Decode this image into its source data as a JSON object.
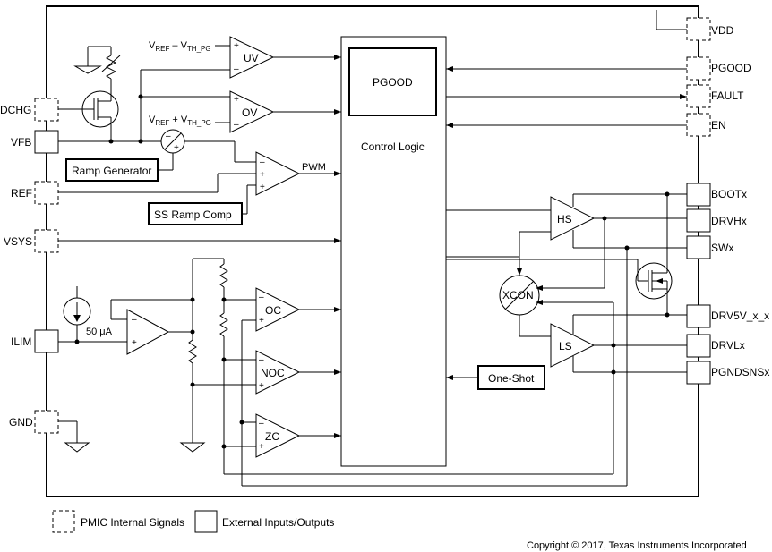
{
  "pins_left": {
    "dchg": "DCHG",
    "vfb": "VFB",
    "ref": "REF",
    "vsys": "VSYS",
    "ilim": "ILIM",
    "gnd": "GND"
  },
  "pins_right": {
    "vdd": "VDD",
    "pgood": "PGOOD",
    "fault": "FAULT",
    "en": "EN",
    "bootx": "BOOTx",
    "drvhx": "DRVHx",
    "swx": "SWx",
    "drv5v": "DRV5V_x_x",
    "drvlx": "DRVLx",
    "pgndsnsx": "PGNDSNSx"
  },
  "blocks": {
    "control_logic": "Control Logic",
    "pgood_block": "PGOOD",
    "ramp_generator": "Ramp Generator",
    "ss_ramp_comp": "SS Ramp Comp",
    "one_shot": "One-Shot",
    "xcon": "XCON",
    "hs": "HS",
    "ls": "LS"
  },
  "comparators": {
    "uv": "UV",
    "ov": "OV",
    "oc": "OC",
    "noc": "NOC",
    "zc": "ZC"
  },
  "labels": {
    "vref_minus": {
      "v1": "V",
      "s1": "REF",
      "mid": " – V",
      "s2": "TH_PG"
    },
    "vref_plus": {
      "v1": "V",
      "s1": "REF",
      "mid": " + V",
      "s2": "TH_PG"
    },
    "pwm": "PWM",
    "current": "50 μA",
    "plus": "+",
    "minus": "–"
  },
  "legend": {
    "internal": "PMIC Internal Signals",
    "external": "External Inputs/Outputs"
  },
  "copyright": "Copyright © 2017, Texas Instruments Incorporated"
}
